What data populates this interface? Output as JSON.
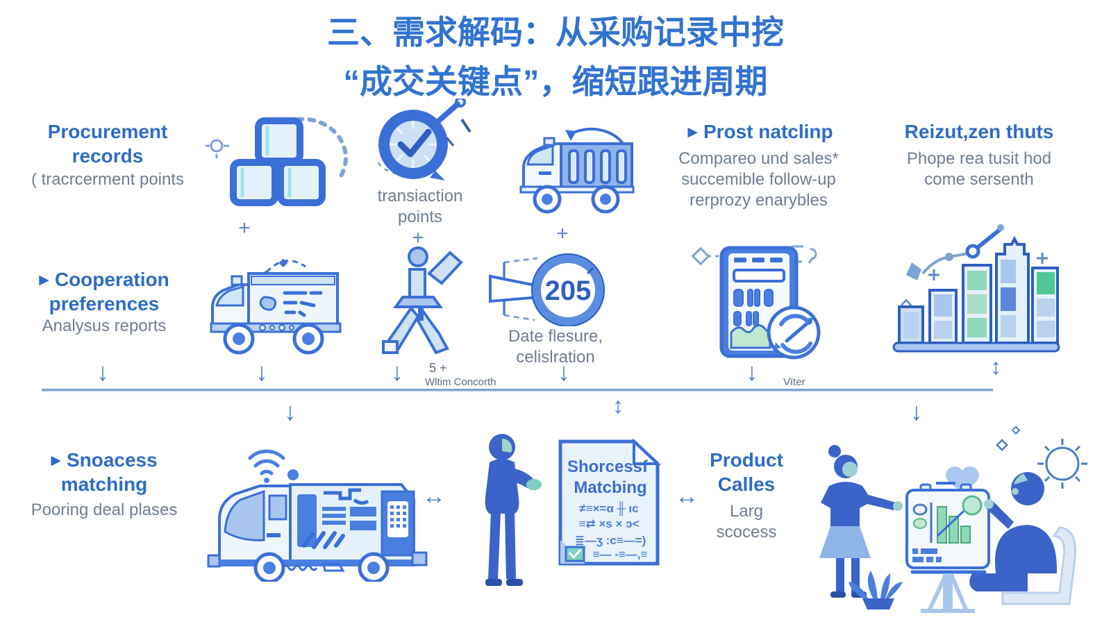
{
  "title": {
    "line1": "三、需求解码：从采购记录中挖",
    "line2": "“成交关键点”，缩短跟进周期"
  },
  "glyphs": {
    "marker": "▶",
    "plus": "+",
    "down_arrow": "↓",
    "updown_arrow": "↕",
    "leftright_arrow": "↔"
  },
  "row1": {
    "procurement_title": "Procurement records",
    "procurement_sub": "( tracrcerment points",
    "transaction_caption": "transiaction points",
    "prost_title": "Prost natclinp",
    "prost_body": "Compareo und sales* succemible follow-up rerprozy enarybles",
    "result_title": "Reizut,zen thuts",
    "result_body": "Phope rea tusit hod come sersenth"
  },
  "row2": {
    "cooperation_title": "Cooperation preferences",
    "cooperation_sub": "Analysus reports",
    "badge_value": "205",
    "badge_caption": "Date flesure, celislration",
    "note_small": "5  +",
    "note_left": "Wltim   Concorth",
    "note_right": "Vīter"
  },
  "row3": {
    "matching_title": "Snoacess matching",
    "matching_sub": "Pooring deal plases",
    "doc_title_line1": "Shorcessf",
    "doc_title_line2": "Matcbing",
    "doc_line1": "≠≡×=α ╫ ιc",
    "doc_line2": "≡⇄ ×s × ɔ<",
    "doc_line3": "≣—ʒ :c≡—=)",
    "doc_line4": "≡— -≡—,≡",
    "product_title": "Product Calles",
    "product_sub": "Larg scocess"
  },
  "icons": {
    "cubes": "cubes-icon",
    "inspect": "magnifier-check-icon",
    "container_truck": "container-truck-icon",
    "decorated_truck": "decorated-truck-icon",
    "pointing_person": "pointing-person-icon",
    "badge": "badge-205-icon",
    "calculator": "calculator-clock-icon",
    "city_bars": "city-bar-chart-icon",
    "wifi_truck": "wifi-truck-icon",
    "document": "matching-document-icon",
    "meeting": "meeting-scene-illustration"
  },
  "colors": {
    "title_blue": "#3173d2",
    "heading_blue": "#2e6cc6",
    "body_gray": "#6f7d92",
    "icon_stroke": "#3b6fd8",
    "deep_fill": "#4a7fe0",
    "mid_fill": "#a9c6ef",
    "light_fill": "#e4f1fb",
    "green": "#8fd9b9",
    "teal": "#9fd0d4"
  }
}
